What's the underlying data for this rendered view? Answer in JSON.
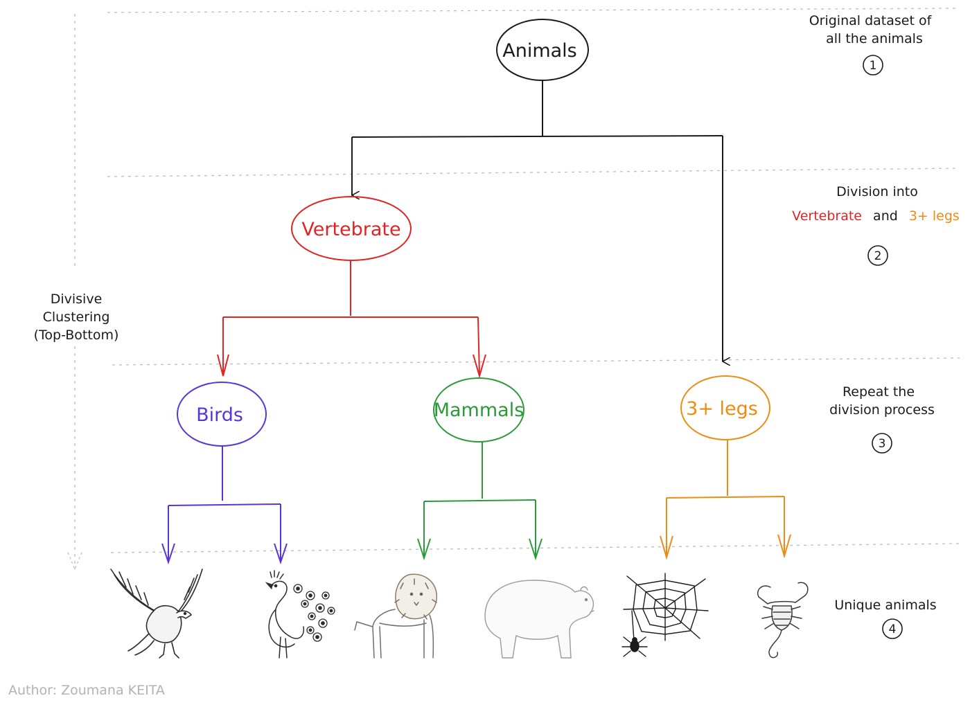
{
  "colors": {
    "ink": "#1a1a1a",
    "vertebrate": "#e02424",
    "birds": "#5b34d6",
    "mammals": "#2a9a3a",
    "legs": "#ef8a12",
    "divider": "#bdbdbd",
    "author": "#b3b3b3"
  },
  "nodes": {
    "root": "Animals",
    "vertebrate": "Vertebrate",
    "birds": "Birds",
    "mammals": "Mammals",
    "legs": "3+ legs"
  },
  "left_axis": {
    "line1": "Divisive",
    "line2": "Clustering",
    "line3": "(Top-Bottom)"
  },
  "steps": [
    {
      "line1": "Original dataset of",
      "line2": "all the animals",
      "num": "1"
    },
    {
      "line1": "Division into",
      "line2a": "Vertebrate",
      "line2b": "and",
      "line2c": "3+ legs",
      "num": "2"
    },
    {
      "line1": "Repeat the",
      "line2": "division process",
      "num": "3"
    },
    {
      "line1": "Unique animals",
      "num": "4"
    }
  ],
  "leaves": [
    "eagle-icon",
    "peacock-icon",
    "lion-icon",
    "polar-bear-icon",
    "spider-web-icon",
    "scorpion-icon"
  ],
  "author": "Author: Zoumana KEITA"
}
